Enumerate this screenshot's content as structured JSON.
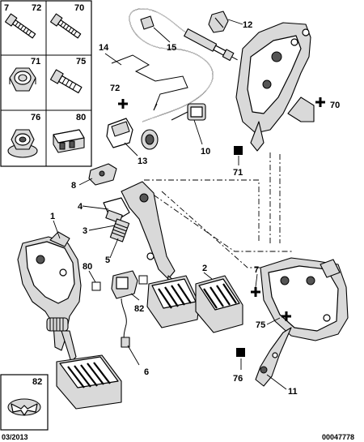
{
  "legend": [
    {
      "num": "7"
    },
    {
      "num": "72"
    },
    {
      "num": "70"
    },
    {
      "num": "71"
    },
    {
      "num": "75"
    },
    {
      "num": "76"
    },
    {
      "num": "80"
    }
  ],
  "callouts": {
    "c1": "1",
    "c2": "2",
    "c3": "3",
    "c4": "4",
    "c5": "5",
    "c6": "6",
    "c7": "7",
    "c8": "8",
    "c10": "10",
    "c11": "11",
    "c12": "12",
    "c13": "13",
    "c14": "14",
    "c15": "15",
    "c70": "70",
    "c71": "71",
    "c72": "72",
    "c75": "75",
    "c76": "76",
    "c80": "80",
    "c82": "82"
  },
  "inset": {
    "num": "82"
  },
  "footer": {
    "date": "03/2013",
    "ref": "00047778"
  },
  "icons": {
    "plus_marker": "plus-marker-icon",
    "square_marker": "filled-square-marker-icon",
    "hollow_square_marker": "hollow-square-marker-icon"
  }
}
